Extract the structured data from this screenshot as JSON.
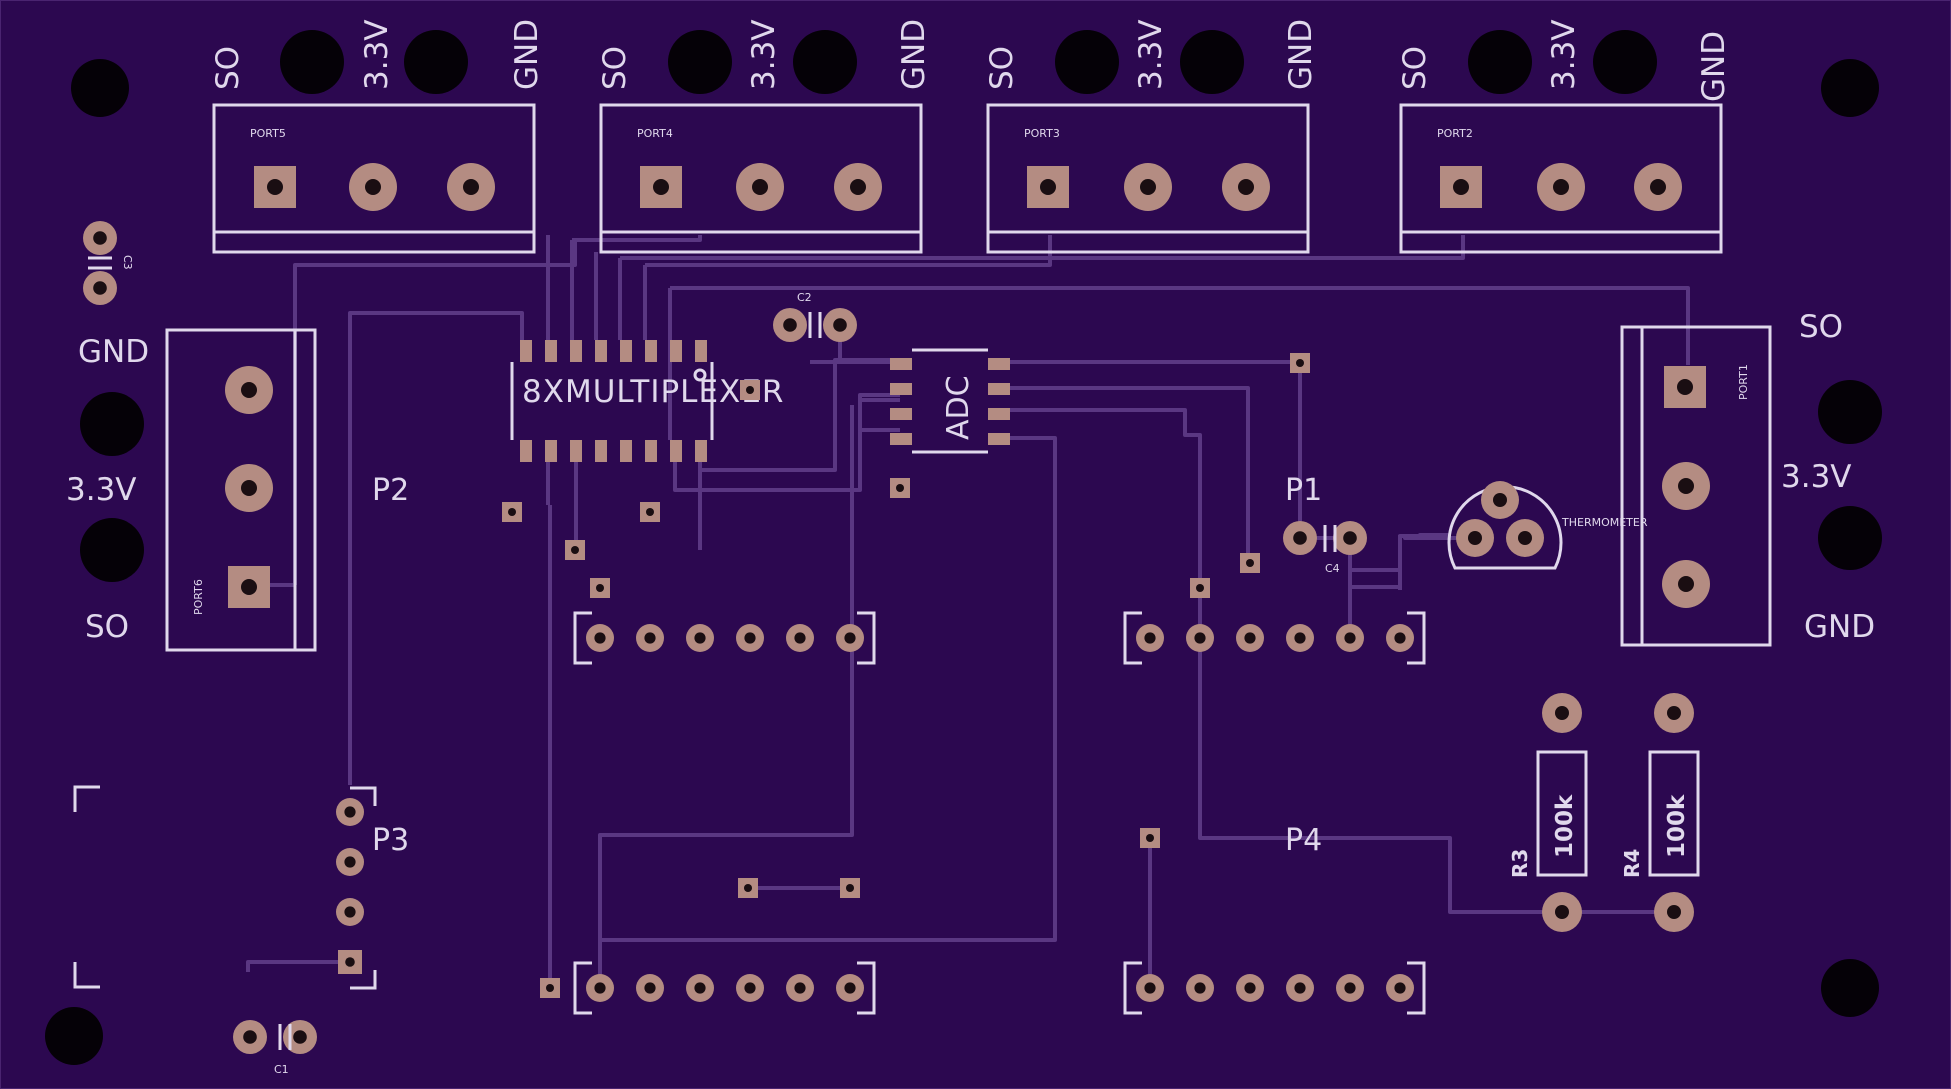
{
  "colors": {
    "board": "#2c0850",
    "trace": "#5a3782",
    "silk": "#e0d8ec",
    "copper": "#b48c82",
    "hole": "#1a0e12",
    "mount": "#050107"
  },
  "silkscreen": {
    "port5_top": {
      "so": "SO",
      "v33": "3.3V",
      "gnd": "GND",
      "name": "PORT5"
    },
    "port4_top": {
      "so": "SO",
      "v33": "3.3V",
      "gnd": "GND",
      "name": "PORT4"
    },
    "port3_top": {
      "so": "SO",
      "v33": "3.3V",
      "gnd": "GND",
      "name": "PORT3"
    },
    "port2_top": {
      "so": "SO",
      "v33": "3.3V",
      "gnd": "GND",
      "name": "PORT2"
    },
    "port6_left": {
      "gnd": "GND",
      "v33": "3.3V",
      "so": "SO",
      "name": "PORT6"
    },
    "port1_right": {
      "so": "SO",
      "v33": "3.3V",
      "gnd": "GND",
      "name": "PORT1"
    },
    "mux": "8XMULTIPLEXER",
    "adc": "ADC",
    "thermometer": "THERMOMETER",
    "headers": {
      "p1": "P1",
      "p2": "P2",
      "p3": "P3",
      "p4": "P4"
    },
    "caps": {
      "c1": "C1",
      "c2": "C2",
      "c3": "C3",
      "c4": "C4"
    },
    "resistors": {
      "r3": "R3",
      "r4": "R4",
      "r3_value": "100k",
      "r4_value": "100k"
    }
  }
}
